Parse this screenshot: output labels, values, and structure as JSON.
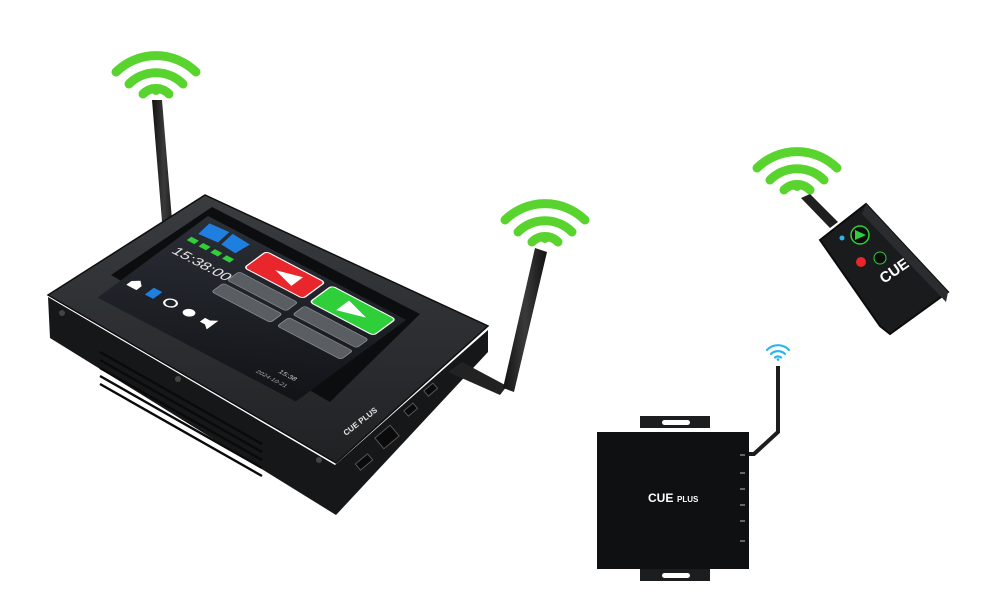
{
  "colors": {
    "wifi_green": "#59d42f",
    "wifi_blue": "#2ab6ea",
    "device_black": "#1b1d1f",
    "screen_red": "#e8262b",
    "screen_green": "#2fcf3a",
    "screen_blue": "#1e7fe0"
  },
  "main_unit": {
    "screen": {
      "clock": "15:38:00",
      "time_small": "15:38",
      "date_small": "2024-10-21"
    },
    "brand": "CUE PLUS"
  },
  "remote": {
    "brand": "CUE"
  },
  "receiver": {
    "brand_main": "CUE",
    "brand_sub": "PLUS"
  },
  "icons": {
    "wifi": "wifi-signal-icon",
    "play": "play-triangle-icon",
    "back": "back-triangle-icon",
    "home": "home-icon",
    "timer": "timer-icon",
    "settings": "gear-icon",
    "sound": "speaker-icon"
  }
}
